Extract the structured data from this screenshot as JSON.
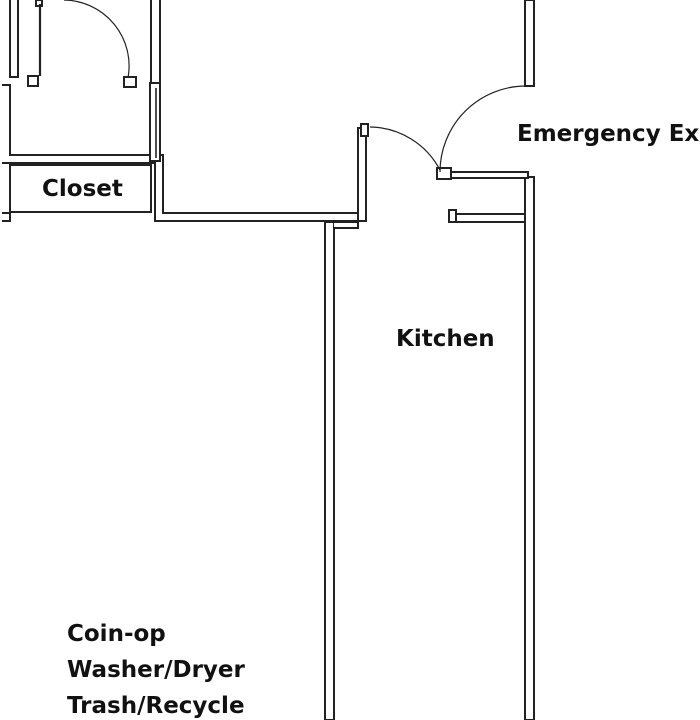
{
  "rooms": {
    "closet": "Closet",
    "emergency_exit": "Emergency Exit",
    "kitchen": "Kitchen",
    "laundry_lines": [
      "Coin-op",
      "Washer/Dryer",
      "Trash/Recycle"
    ]
  },
  "colors": {
    "wall": "#222222",
    "wall_fill": "#ffffff",
    "background": "#ffffff",
    "text": "#111111"
  }
}
